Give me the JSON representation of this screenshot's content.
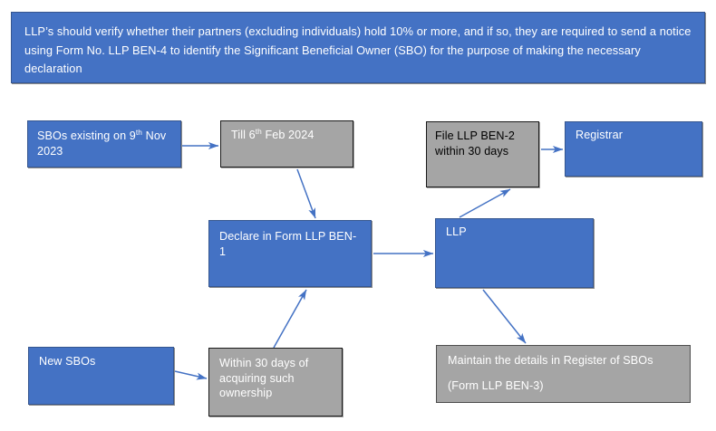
{
  "colors": {
    "blue": "#4472C4",
    "gray": "#A5A5A5",
    "arrow": "#4472C4",
    "text_light": "#FFFFFF",
    "text_dark": "#000000",
    "background": "#FFFFFF"
  },
  "banner": {
    "text": "LLP’s should verify whether their partners (excluding individuals) hold 10% or more, and if so, they are required to send a notice using Form No. LLP BEN-4 to identify the Significant Beneficial Owner (SBO) for the purpose of making the necessary declaration"
  },
  "nodes": {
    "sbos_existing": {
      "label_pre": "SBOs existing on 9",
      "label_sup": "th",
      "label_post": " Nov 2023",
      "fill": "#4472C4",
      "text_color": "#FFFFFF"
    },
    "till_feb": {
      "label_pre": "Till 6",
      "label_sup": "th",
      "label_post": " Feb 2024",
      "fill": "#A5A5A5",
      "text_color": "#FFFFFF"
    },
    "file_ben2": {
      "label": "File LLP BEN-2 within 30 days",
      "fill": "#A5A5A5",
      "text_color": "#000000"
    },
    "registrar": {
      "label": "Registrar",
      "fill": "#4472C4",
      "text_color": "#FFFFFF"
    },
    "declare": {
      "label": "Declare in Form LLP BEN-1",
      "fill": "#4472C4",
      "text_color": "#FFFFFF"
    },
    "llp": {
      "label": "LLP",
      "fill": "#4472C4",
      "text_color": "#FFFFFF"
    },
    "new_sbos": {
      "label": "New SBOs",
      "fill": "#4472C4",
      "text_color": "#FFFFFF"
    },
    "within_30": {
      "label": "Within 30 days of acquiring such ownership",
      "fill": "#A5A5A5",
      "text_color": "#FFFFFF"
    },
    "maintain": {
      "line1": "Maintain the details in Register of SBOs",
      "line2": "(Form LLP BEN-3)",
      "fill": "#A5A5A5",
      "text_color": "#FFFFFF"
    }
  },
  "chart_data": {
    "type": "diagram",
    "title": "LLP Significant Beneficial Owner (SBO) compliance flowchart",
    "nodes": [
      {
        "id": "banner",
        "text": "LLP’s should verify whether their partners (excluding individuals) hold 10% or more, and if so, they are required to send a notice using Form No. LLP BEN-4 to identify the Significant Beneficial Owner (SBO) for the purpose of making the necessary declaration",
        "fill": "#4472C4"
      },
      {
        "id": "sbos_existing",
        "text": "SBOs existing on 9th Nov 2023",
        "fill": "#4472C4"
      },
      {
        "id": "till_feb",
        "text": "Till 6th Feb 2024",
        "fill": "#A5A5A5"
      },
      {
        "id": "declare",
        "text": "Declare in Form LLP BEN-1",
        "fill": "#4472C4"
      },
      {
        "id": "new_sbos",
        "text": "New SBOs",
        "fill": "#4472C4"
      },
      {
        "id": "within_30",
        "text": "Within 30 days of acquiring such ownership",
        "fill": "#A5A5A5"
      },
      {
        "id": "llp",
        "text": "LLP",
        "fill": "#4472C4"
      },
      {
        "id": "file_ben2",
        "text": "File LLP BEN-2 within 30 days",
        "fill": "#A5A5A5"
      },
      {
        "id": "registrar",
        "text": "Registrar",
        "fill": "#4472C4"
      },
      {
        "id": "maintain",
        "text": "Maintain the details in Register of SBOs (Form LLP BEN-3)",
        "fill": "#A5A5A5"
      }
    ],
    "edges": [
      {
        "from": "sbos_existing",
        "to": "till_feb"
      },
      {
        "from": "till_feb",
        "to": "declare"
      },
      {
        "from": "new_sbos",
        "to": "within_30"
      },
      {
        "from": "within_30",
        "to": "declare"
      },
      {
        "from": "declare",
        "to": "llp"
      },
      {
        "from": "llp",
        "to": "file_ben2"
      },
      {
        "from": "file_ben2",
        "to": "registrar"
      },
      {
        "from": "llp",
        "to": "maintain"
      }
    ]
  }
}
